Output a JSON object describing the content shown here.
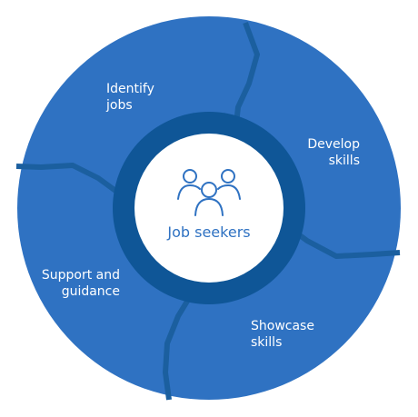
{
  "diagram": {
    "center": {
      "title": "Job seekers",
      "icon": "people-group-icon"
    },
    "segments": [
      {
        "id": "identify",
        "lines": [
          "Identify",
          "jobs"
        ]
      },
      {
        "id": "develop",
        "lines": [
          "Develop",
          "skills"
        ]
      },
      {
        "id": "showcase",
        "lines": [
          "Showcase",
          "skills"
        ]
      },
      {
        "id": "support",
        "lines": [
          "Support and",
          "guidance"
        ]
      }
    ],
    "colors": {
      "outer_ring": "#2f72c2",
      "inner_ring": "#0f5697",
      "divider": "#1b5f9f",
      "center_fill": "#ffffff",
      "center_text": "#2f72c2",
      "label_text": "#ffffff"
    }
  }
}
